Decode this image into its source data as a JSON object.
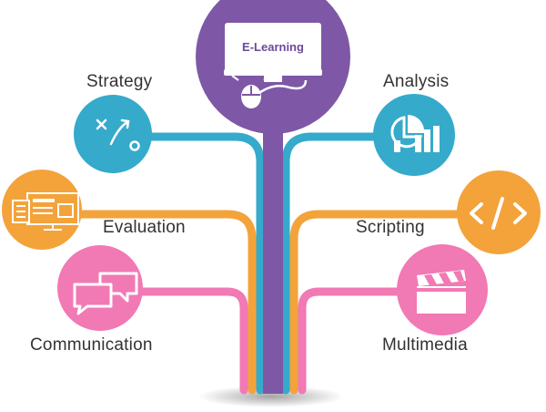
{
  "hub": {
    "title": "E-Learning",
    "icon": "computer-monitor-with-mouse-icon"
  },
  "colors": {
    "purple": "#7e58a6",
    "blue": "#35aacb",
    "orange": "#f3a33a",
    "pink": "#f179b4"
  },
  "branches": {
    "strategy": {
      "label": "Strategy",
      "icon": "strategy-play-icon"
    },
    "analysis": {
      "label": "Analysis",
      "icon": "analytics-chart-icon"
    },
    "evaluation": {
      "label": "Evaluation",
      "icon": "presentation-board-icon"
    },
    "scripting": {
      "label": "Scripting",
      "icon": "code-brackets-icon"
    },
    "communication": {
      "label": "Communication",
      "icon": "chat-bubbles-icon"
    },
    "multimedia": {
      "label": "Multimedia",
      "icon": "clapperboard-icon"
    }
  }
}
